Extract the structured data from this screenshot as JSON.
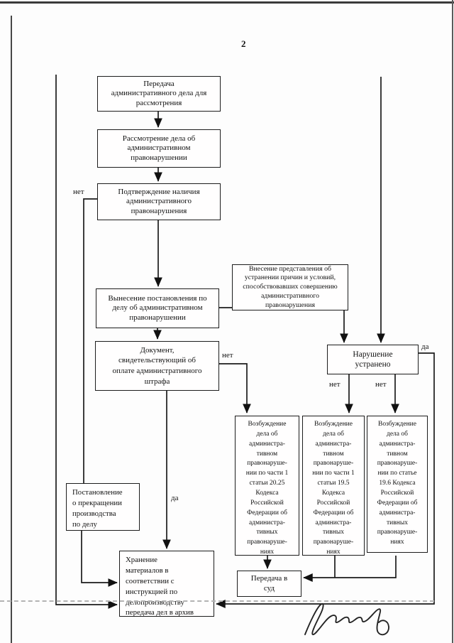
{
  "page": {
    "number": "2"
  },
  "diagram": {
    "nodes": {
      "peredacha_dela": {
        "text": "Передача\nадминистративного дела для\nрассмотрения"
      },
      "rassmotrenie": {
        "text": "Рассмотрение дела об\nадминистративном\nправонарушении"
      },
      "podtverzhdenie": {
        "text": "Подтверждение наличия\nадминистративного\nправонарушения"
      },
      "vynesenie": {
        "text": "Вынесение постановления по\nделу об административном\nправонарушении"
      },
      "vnesenie": {
        "text": "Внесение представления об\nустранении причин и условий,\nспособствовавших совершению\nадминистративного\nправонарушения"
      },
      "dokument": {
        "text": "Документ,\nсвидетельствующий об\nоплате административного\nштрафа"
      },
      "narushenie": {
        "text": "Нарушение\nустранено"
      },
      "vozbuzhdenie_20_25": {
        "text": "Возбуждение\nдела об\nадминистра-\nтивном\nправонаруше-\nнии по части 1\nстатьи 20.25\nКодекса\nРоссийской\nФедерации об\nадминистра-\nтивных\nправонаруше-\nниях"
      },
      "vozbuzhdenie_19_5": {
        "text": "Возбуждение\nдела об\nадминистра-\nтивном\nправонаруше-\nнии по части 1\nстатьи 19.5\nКодекса\nРоссийской\nФедерации об\nадминистра-\nтивных\nправонаруше-\nниях"
      },
      "vozbuzhdenie_19_6": {
        "text": "Возбуждение\nдела об\nадминистра-\nтивном\nправонаруше-\nнии по статье\n19.6 Кодекса\nРоссийской\nФедерации об\nадминистра-\nтивных\nправонаруше-\nниях"
      },
      "postanovlenie": {
        "text": "Постановление\nо прекращении\nпроизводства\nпо делу"
      },
      "khranenie": {
        "text": "Хранение\nматериалов в\nсоответствии с\nинструкцией по\nделопроизводству\nпередача дел в архив"
      },
      "peredacha_sud": {
        "text": "Передача в\nсуд"
      }
    },
    "edge_labels": {
      "net_podtverzhdenie": "нет",
      "net_dokument": "нет",
      "da_narushenie": "да",
      "net_narushenie_1": "нет",
      "net_narushenie_2": "нет",
      "da_dokument": "да"
    },
    "colors": {
      "line": "#1b1b1b",
      "box_border": "#1c1c1c",
      "paper": "#fdfdfd",
      "artifact_dash": "#b3b3b3"
    }
  }
}
